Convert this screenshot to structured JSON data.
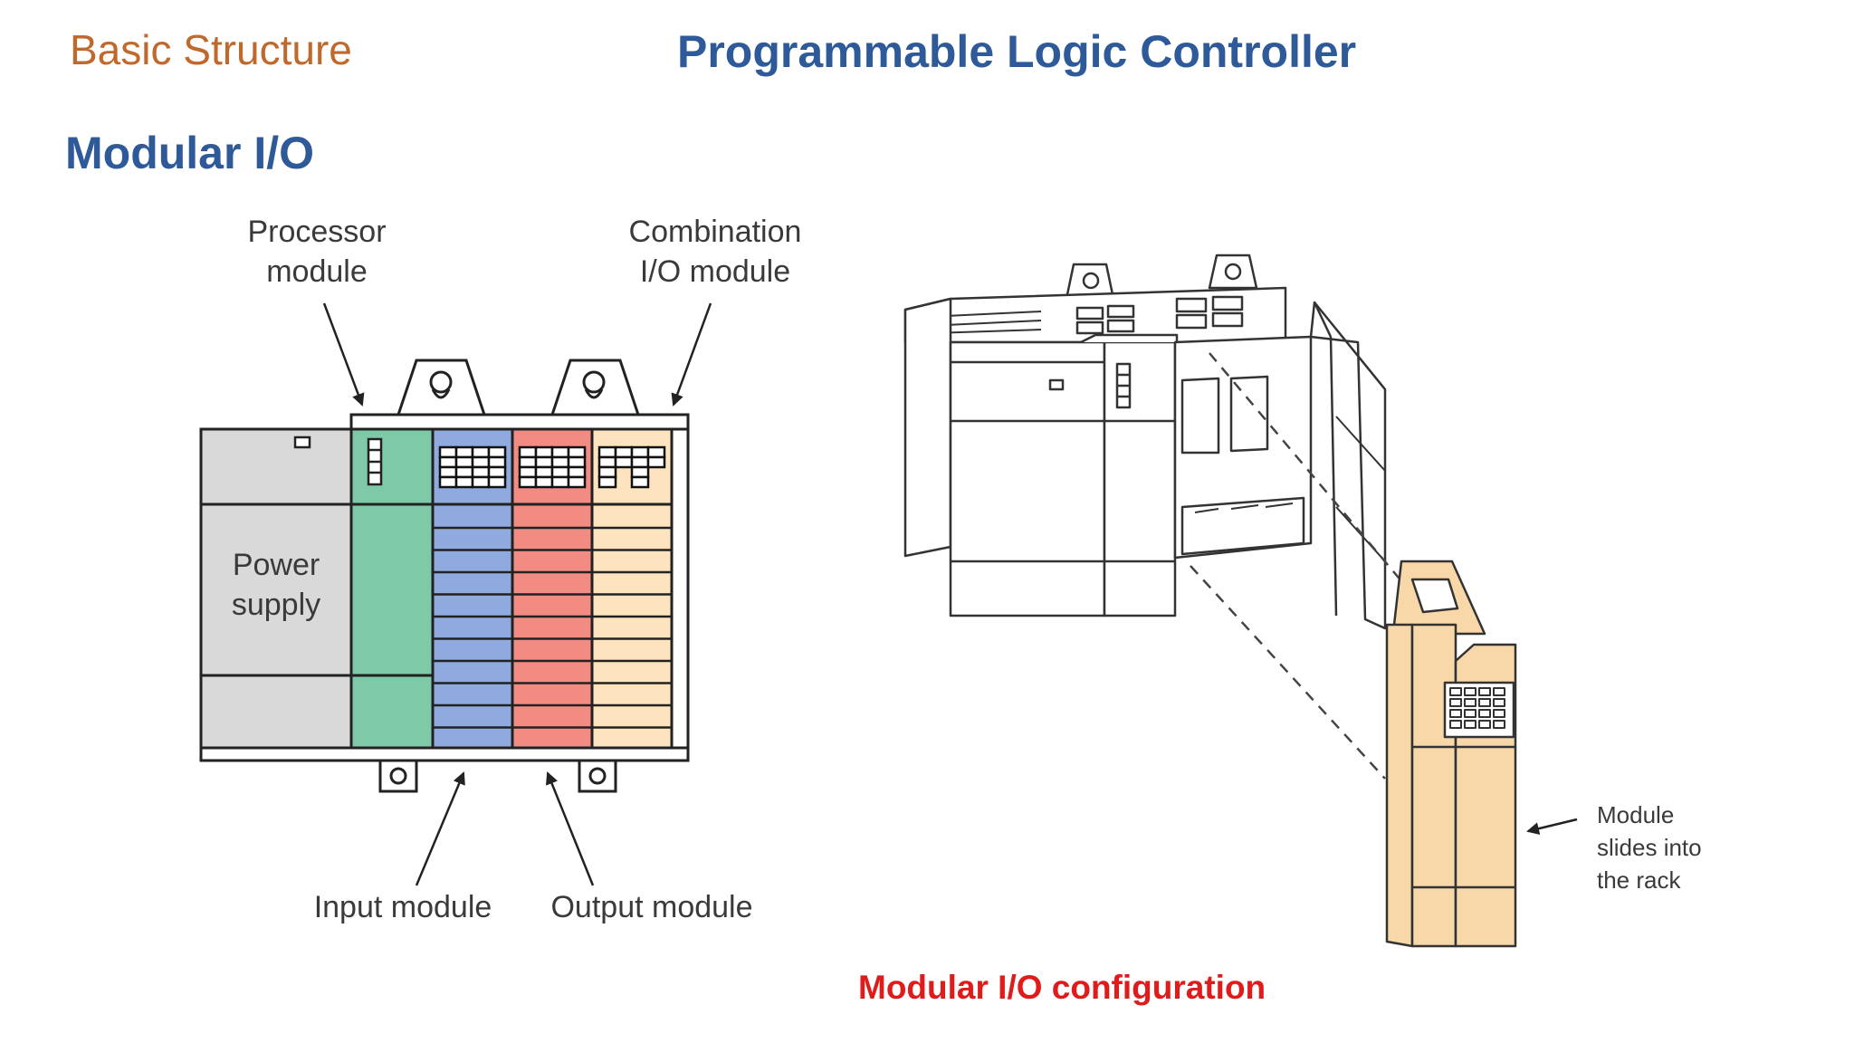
{
  "header": {
    "section": "Basic Structure",
    "title": "Programmable Logic Controller",
    "subtitle": "Modular I/O"
  },
  "left_diagram": {
    "labels": {
      "processor_line1": "Processor",
      "processor_line2": "module",
      "combination_line1": "Combination",
      "combination_line2": "I/O module",
      "power_line1": "Power",
      "power_line2": "supply",
      "input": "Input module",
      "output": "Output module"
    },
    "colors": {
      "power_supply": "#d9d9d9",
      "processor": "#7ecaa8",
      "input": "#8eaade",
      "output": "#f28b82",
      "combination": "#fde4bf"
    }
  },
  "right_diagram": {
    "note_line1": "Module",
    "note_line2": "slides into",
    "note_line3": "the rack",
    "colors": {
      "module": "#f8d8a8"
    }
  },
  "caption": "Modular I/O configuration"
}
